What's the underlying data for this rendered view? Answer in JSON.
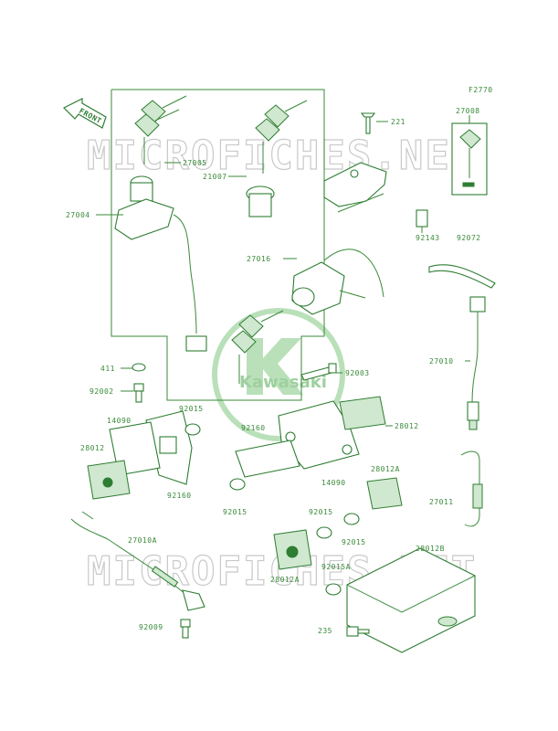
{
  "figure_code": "F2770",
  "front_label": "FRONT",
  "watermark": "MICROFICHES.NET",
  "watermark_logo": "Kawasaki",
  "parts": [
    {
      "id": "p27005",
      "label": "27005"
    },
    {
      "id": "p27004",
      "label": "27004"
    },
    {
      "id": "p21007",
      "label": "21007"
    },
    {
      "id": "p221",
      "label": "221"
    },
    {
      "id": "p27008",
      "label": "27008"
    },
    {
      "id": "p27016",
      "label": "27016"
    },
    {
      "id": "p92143",
      "label": "92143"
    },
    {
      "id": "p92072",
      "label": "92072"
    },
    {
      "id": "p27010",
      "label": "27010"
    },
    {
      "id": "p411",
      "label": "411"
    },
    {
      "id": "p92003",
      "label": "92003"
    },
    {
      "id": "p92002",
      "label": "92002"
    },
    {
      "id": "p92015a",
      "label": "92015"
    },
    {
      "id": "p14090a",
      "label": "14090"
    },
    {
      "id": "p28012a",
      "label": "28012"
    },
    {
      "id": "p92160a",
      "label": "92160"
    },
    {
      "id": "p92160b",
      "label": "92160"
    },
    {
      "id": "p28012b",
      "label": "28012"
    },
    {
      "id": "p14090b",
      "label": "14090"
    },
    {
      "id": "p92015b",
      "label": "92015"
    },
    {
      "id": "p28012A1",
      "label": "28012A"
    },
    {
      "id": "p27011",
      "label": "27011"
    },
    {
      "id": "p92015c",
      "label": "92015"
    },
    {
      "id": "p92015d",
      "label": "92015"
    },
    {
      "id": "p27010A",
      "label": "27010A"
    },
    {
      "id": "p28012A2",
      "label": "28012A"
    },
    {
      "id": "p28012B",
      "label": "28012B"
    },
    {
      "id": "p92015A",
      "label": "92015A"
    },
    {
      "id": "p92009",
      "label": "92009"
    },
    {
      "id": "p235",
      "label": "235"
    }
  ]
}
